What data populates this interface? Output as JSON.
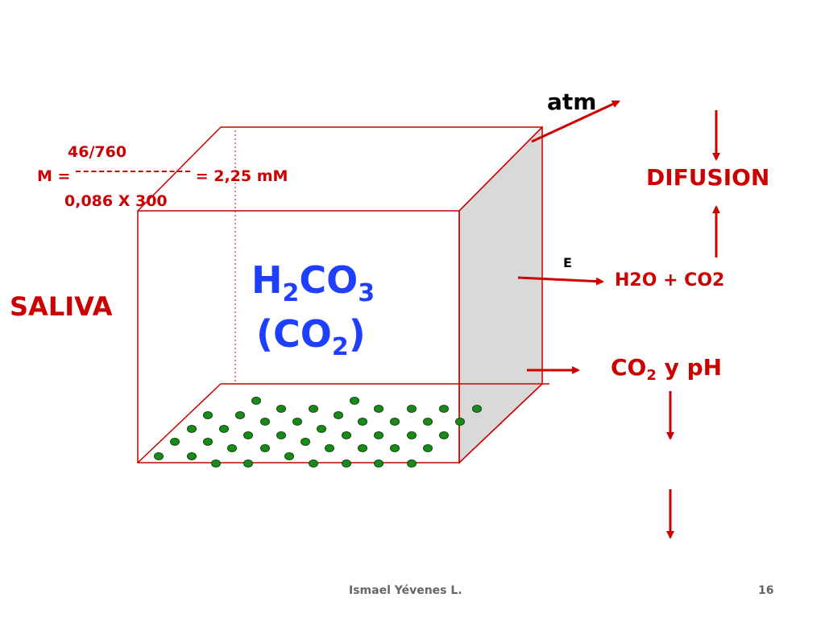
{
  "slide": {
    "formula": {
      "numerator": "46/760",
      "left": "M =",
      "right": "= 2,25 mM",
      "denominator": "0,086 X 300"
    },
    "saliva_label": "SALIVA",
    "compound": {
      "line1_a": "H",
      "line1_sub1": "2",
      "line1_b": "CO",
      "line1_sub2": "3",
      "line2_a": "(CO",
      "line2_sub": "2",
      "line2_b": ")"
    },
    "atm_label": "atm",
    "difusion_label": "DIFUSION",
    "e_label": "E",
    "reaction_label": "H2O + CO2",
    "co2ph": {
      "a": "CO",
      "sub": "2",
      "b": " y pH"
    },
    "footer": {
      "author": "Ismael Yévenes L.",
      "page": "16"
    }
  },
  "colors": {
    "accent_red": "#cc0000",
    "compound_blue": "#1f3fff",
    "box_shade": "#d9d9d9",
    "dot_green": "#1a8a1a"
  },
  "icons": [
    "arrow-right-icon",
    "arrow-down-icon",
    "arrow-up-icon"
  ]
}
